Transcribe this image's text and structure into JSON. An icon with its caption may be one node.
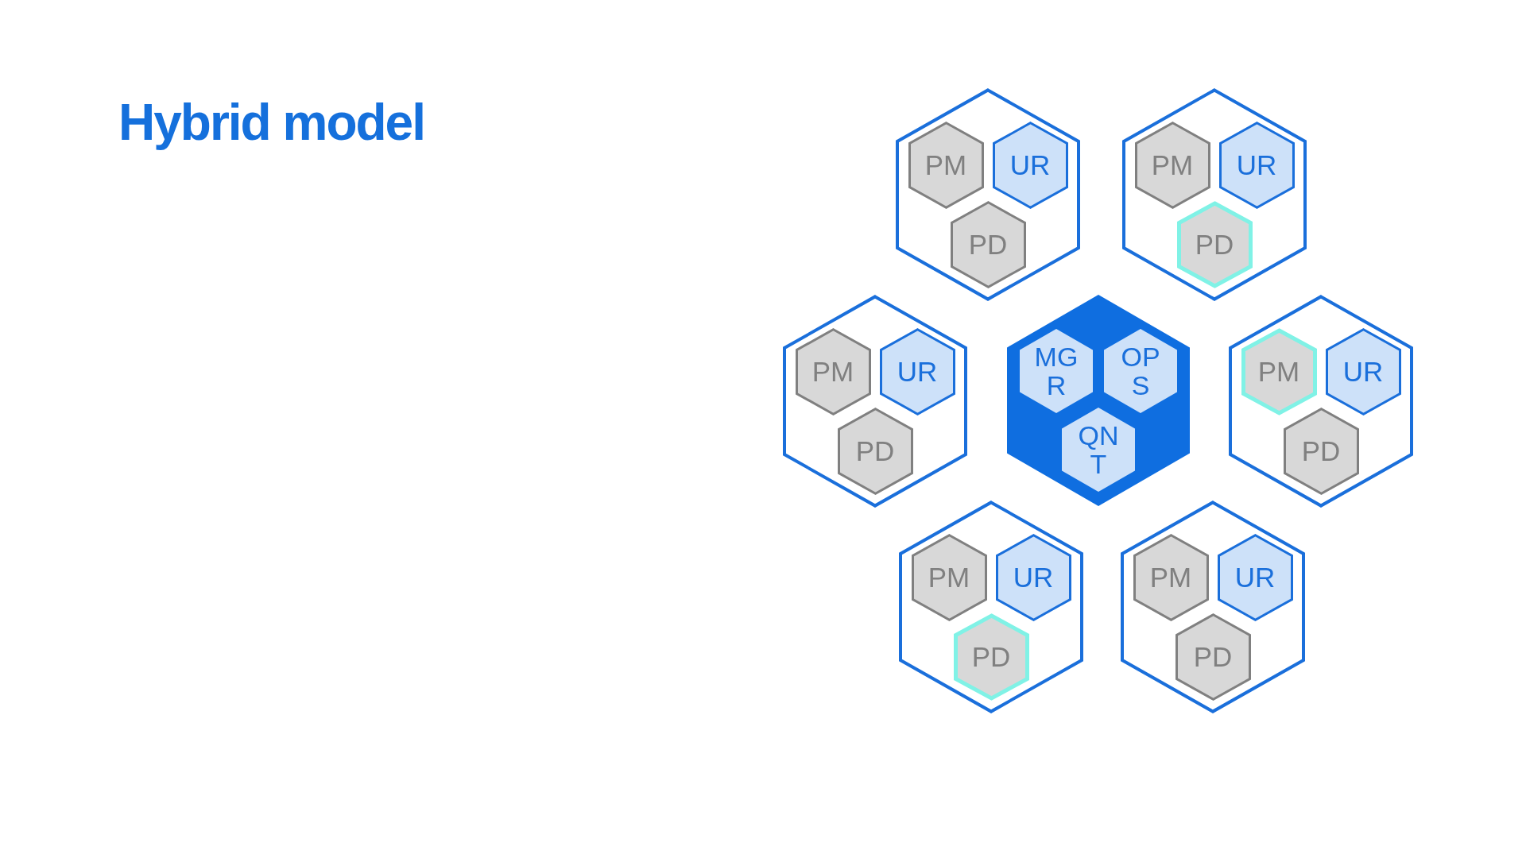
{
  "diagram": {
    "title": "Hybrid model",
    "nodes": [
      {
        "text": [],
        "shape": "hexagon"
      },
      {
        "text": [
          "PM"
        ],
        "in": 0
      },
      {
        "text": [
          "UR"
        ],
        "in": 0
      },
      {
        "text": [
          "PD"
        ],
        "in": 0
      },
      {
        "text": [],
        "shape": "hexagon"
      },
      {
        "text": [
          "PM"
        ],
        "in": 4
      },
      {
        "text": [
          "UR"
        ],
        "in": 4
      },
      {
        "text": [
          "PD"
        ],
        "in": 4
      },
      {
        "text": [],
        "shape": "hexagon"
      },
      {
        "text": [
          "PM"
        ],
        "in": 8
      },
      {
        "text": [
          "UR"
        ],
        "in": 8
      },
      {
        "text": [
          "PD"
        ],
        "in": 8
      },
      {
        "text": [],
        "shape": "hexagon"
      },
      {
        "text": [
          "MGR"
        ],
        "in": 12
      },
      {
        "text": [
          "OPS"
        ],
        "in": 12
      },
      {
        "text": [
          "QNT"
        ],
        "in": 12
      },
      {
        "text": [],
        "shape": "hexagon"
      },
      {
        "text": [
          "PM"
        ],
        "in": 16
      },
      {
        "text": [
          "UR"
        ],
        "in": 16
      },
      {
        "text": [
          "PD"
        ],
        "in": 16
      },
      {
        "text": [],
        "shape": "hexagon"
      },
      {
        "text": [
          "PM"
        ],
        "in": 20
      },
      {
        "text": [
          "UR"
        ],
        "in": 20
      },
      {
        "text": [
          "PD"
        ],
        "in": 20
      },
      {
        "text": [],
        "shape": "hexagon"
      },
      {
        "text": [
          "PM"
        ],
        "in": 24
      },
      {
        "text": [
          "UR"
        ],
        "in": 24
      },
      {
        "text": [
          "PD"
        ],
        "in": 24
      }
    ]
  }
}
